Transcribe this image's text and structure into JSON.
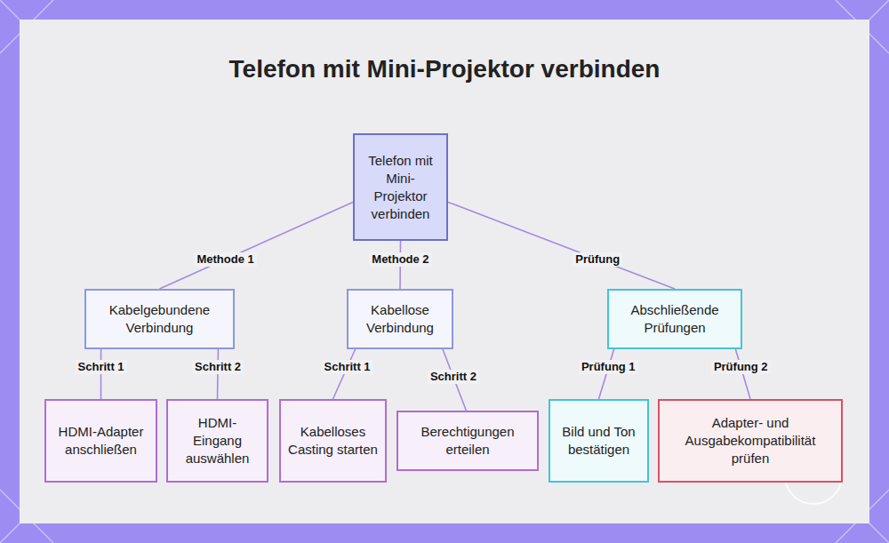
{
  "diagram": {
    "title": "Telefon mit Mini-Projektor verbinden",
    "nodes": [
      {
        "text": [
          "Telefon mit Mini-Projektor verbinden"
        ]
      },
      {
        "text": [
          "Kabelgebundene Verbindung"
        ]
      },
      {
        "text": [
          "Kabellose Verbindung"
        ]
      },
      {
        "text": [
          "Abschließende Prüfungen"
        ]
      },
      {
        "text": [
          "HDMI-Adapter anschließen"
        ]
      },
      {
        "text": [
          "HDMI-Eingang auswählen"
        ]
      },
      {
        "text": [
          "Kabelloses Casting starten"
        ]
      },
      {
        "text": [
          "Berechtigungen erteilen"
        ]
      },
      {
        "text": [
          "Bild und Ton bestätigen"
        ]
      },
      {
        "text": [
          "Adapter- und Ausgabekompatibilität prüfen"
        ]
      }
    ],
    "edges": [
      {
        "from": 0,
        "to": 1,
        "label": "Methode 1",
        "arrow": "none"
      },
      {
        "from": 0,
        "to": 2,
        "label": "Methode 2",
        "arrow": "none"
      },
      {
        "from": 0,
        "to": 3,
        "label": "Prüfung",
        "arrow": "none"
      },
      {
        "from": 1,
        "to": 4,
        "label": "Schritt 1",
        "arrow": "none"
      },
      {
        "from": 1,
        "to": 5,
        "label": "Schritt 2",
        "arrow": "none"
      },
      {
        "from": 2,
        "to": 6,
        "label": "Schritt 1",
        "arrow": "none"
      },
      {
        "from": 2,
        "to": 7,
        "label": "Schritt 2",
        "arrow": "none"
      },
      {
        "from": 3,
        "to": 8,
        "label": "Prüfung 1",
        "arrow": "none"
      },
      {
        "from": 3,
        "to": 9,
        "label": "Prüfung 2",
        "arrow": "none"
      }
    ]
  }
}
